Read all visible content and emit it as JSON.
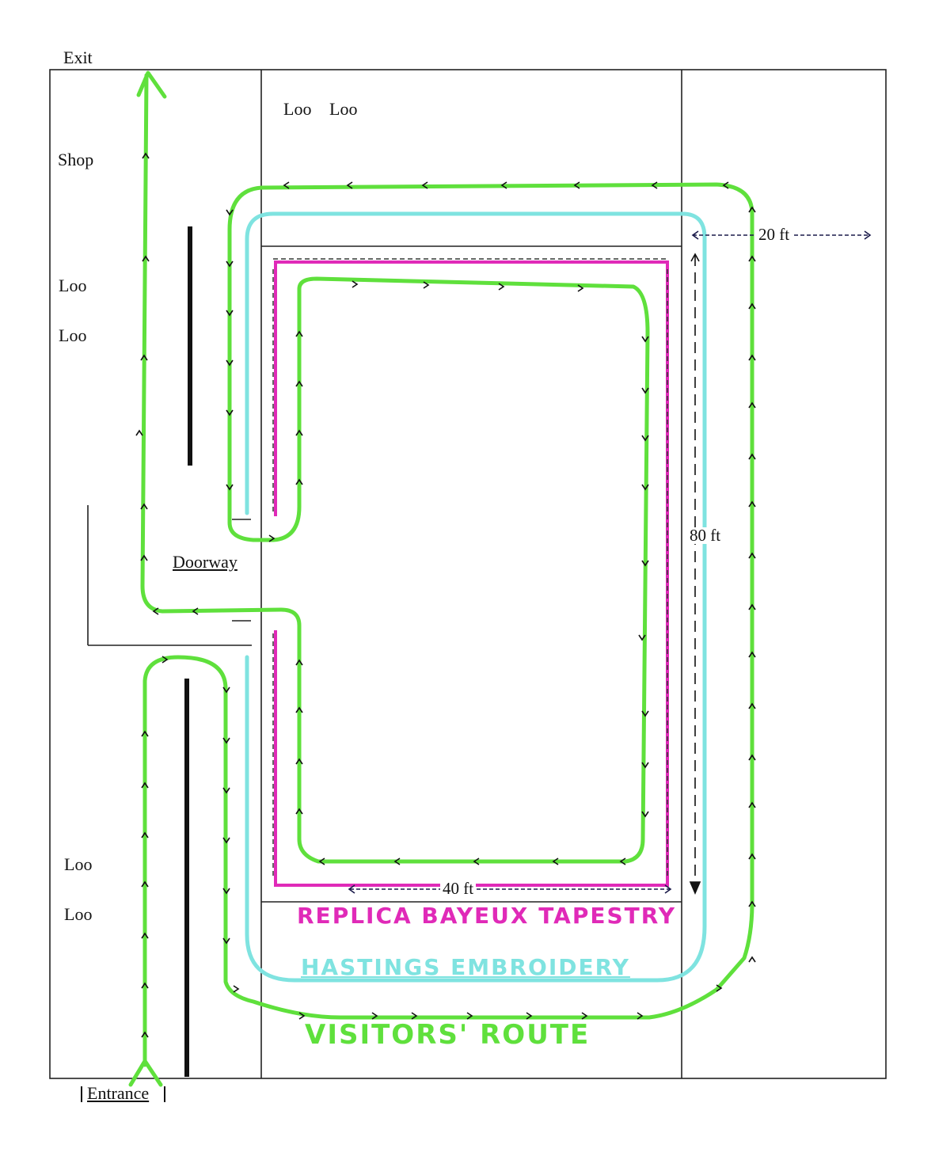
{
  "labels": {
    "exit": "Exit",
    "shop": "Shop",
    "loo_top_1": "Loo",
    "loo_top_2": "Loo",
    "loo_left_1": "Loo",
    "loo_left_2": "Loo",
    "loo_bottom_1": "Loo",
    "loo_bottom_2": "Loo",
    "doorway": "Doorway",
    "entrance": "Entrance"
  },
  "dimensions": {
    "width_outer": "20 ft",
    "height": "80 ft",
    "width_inner": "40 ft"
  },
  "legend": {
    "tapestry": "REPLICA BAYEUX TAPESTRY",
    "embroidery": "HASTINGS EMBROIDERY",
    "route": "VISITORS' ROUTE"
  },
  "colors": {
    "route": "#5fe03c",
    "tapestry": "#e02ab8",
    "embroidery": "#7fe3e0",
    "walls": "#222222"
  }
}
